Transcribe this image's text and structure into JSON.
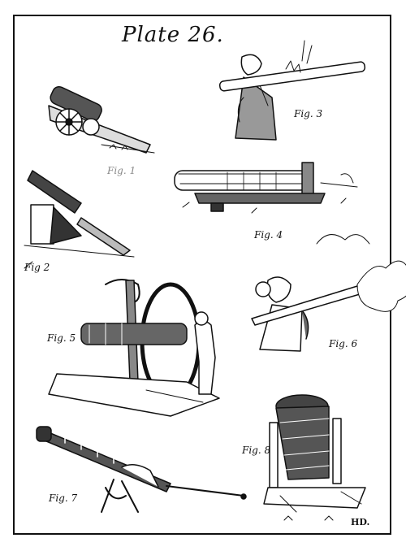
{
  "plate": {
    "title": "Plate 26.",
    "monogram": "HD.",
    "ink_color": "#111111",
    "paper_color": "#ffffff",
    "figures": {
      "fig1": "Fig. 1",
      "fig2": "Fig 2",
      "fig3": "Fig. 3",
      "fig4": "Fig. 4",
      "fig5": "Fig. 5",
      "fig6": "Fig. 6",
      "fig7": "Fig. 7",
      "fig8": "Fig. 8"
    }
  }
}
